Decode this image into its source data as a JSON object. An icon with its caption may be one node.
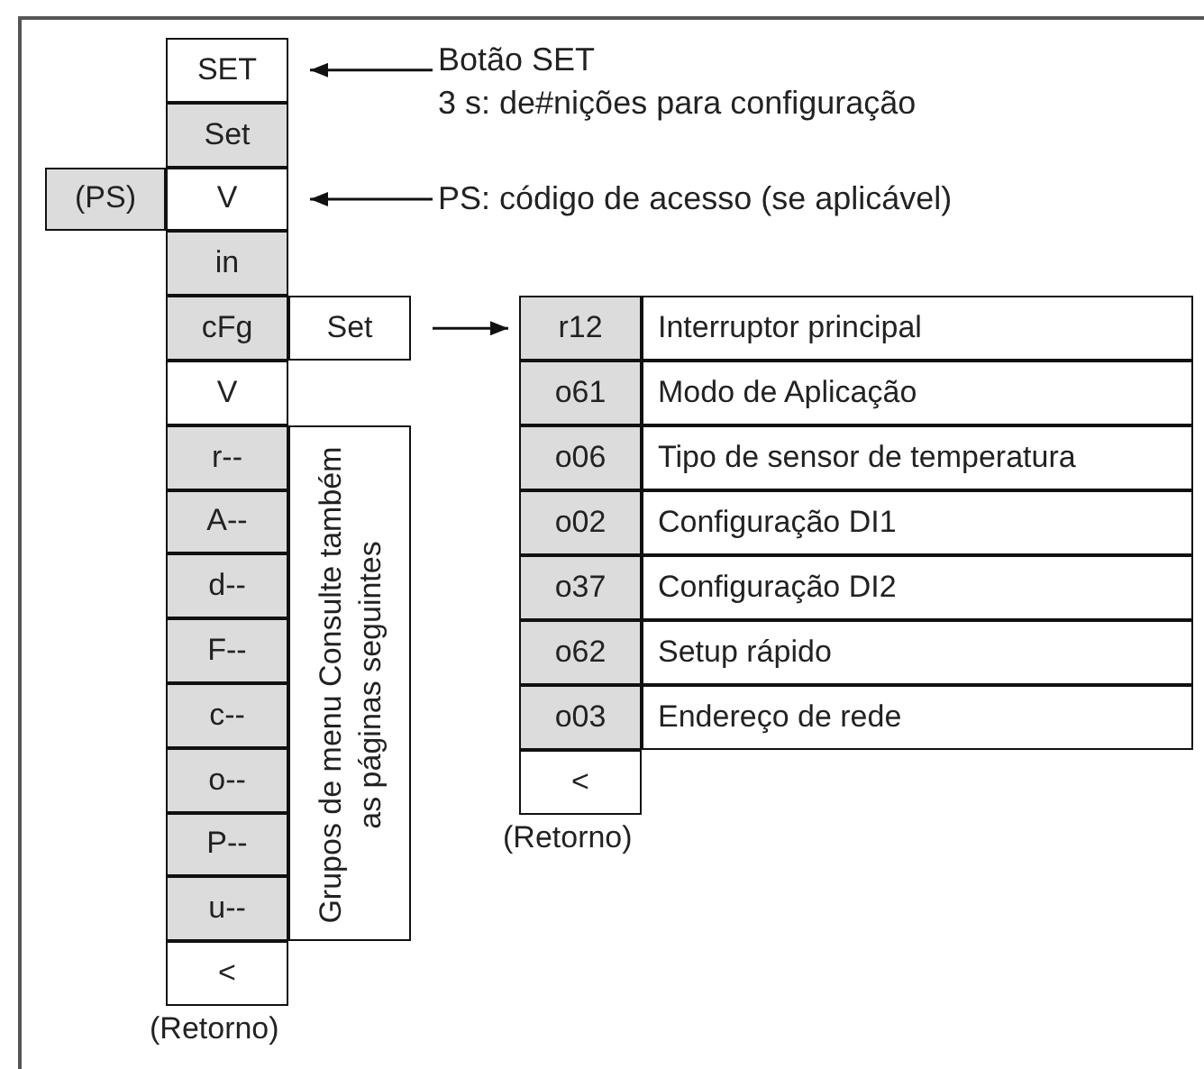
{
  "diagram": {
    "nodes": [
      {
        "text": [
          "SET"
        ]
      },
      {
        "text": [
          "Set"
        ]
      },
      {
        "text": [
          "(PS)"
        ]
      },
      {
        "text": [
          "V"
        ]
      },
      {
        "text": [
          "in"
        ]
      },
      {
        "text": [
          "cFg"
        ]
      },
      {
        "text": [
          "Set"
        ]
      },
      {
        "text": [
          "V"
        ]
      },
      {
        "text": [
          "r--"
        ]
      },
      {
        "text": [
          "A--"
        ]
      },
      {
        "text": [
          "d--"
        ]
      },
      {
        "text": [
          "F--"
        ]
      },
      {
        "text": [
          "c--"
        ]
      },
      {
        "text": [
          "o--"
        ]
      },
      {
        "text": [
          "P--"
        ]
      },
      {
        "text": [
          "u--"
        ]
      },
      {
        "text": [
          "<"
        ],
        "beside": [
          "(Retorno)"
        ]
      },
      {
        "text": [
          "Grupos de menu Consulte também as páginas seguintes"
        ]
      },
      {
        "text": [
          "Botão SET",
          "3 s: de#nições para configuração"
        ]
      },
      {
        "text": [
          "PS: código de acesso (se aplicável)"
        ]
      },
      {
        "text": [
          "r12"
        ]
      },
      {
        "text": [
          "Interruptor principal"
        ]
      },
      {
        "text": [
          "o61"
        ]
      },
      {
        "text": [
          "Modo de Aplicação"
        ]
      },
      {
        "text": [
          "o06"
        ]
      },
      {
        "text": [
          "Tipo de sensor de temperatura"
        ]
      },
      {
        "text": [
          "o02"
        ]
      },
      {
        "text": [
          "Configuração DI1"
        ]
      },
      {
        "text": [
          "o37"
        ]
      },
      {
        "text": [
          "Configuração DI2"
        ]
      },
      {
        "text": [
          "o62"
        ]
      },
      {
        "text": [
          "Setup rápido"
        ]
      },
      {
        "text": [
          "o03"
        ]
      },
      {
        "text": [
          "Endereço de rede"
        ]
      },
      {
        "text": [
          "<"
        ],
        "beside": [
          "(Retorno)"
        ]
      }
    ],
    "edges": [
      {
        "from": 18,
        "to": 0,
        "arrow": "to"
      },
      {
        "from": 19,
        "to": 3,
        "arrow": "to"
      },
      {
        "from": 6,
        "to": 20,
        "arrow": "to"
      }
    ]
  }
}
